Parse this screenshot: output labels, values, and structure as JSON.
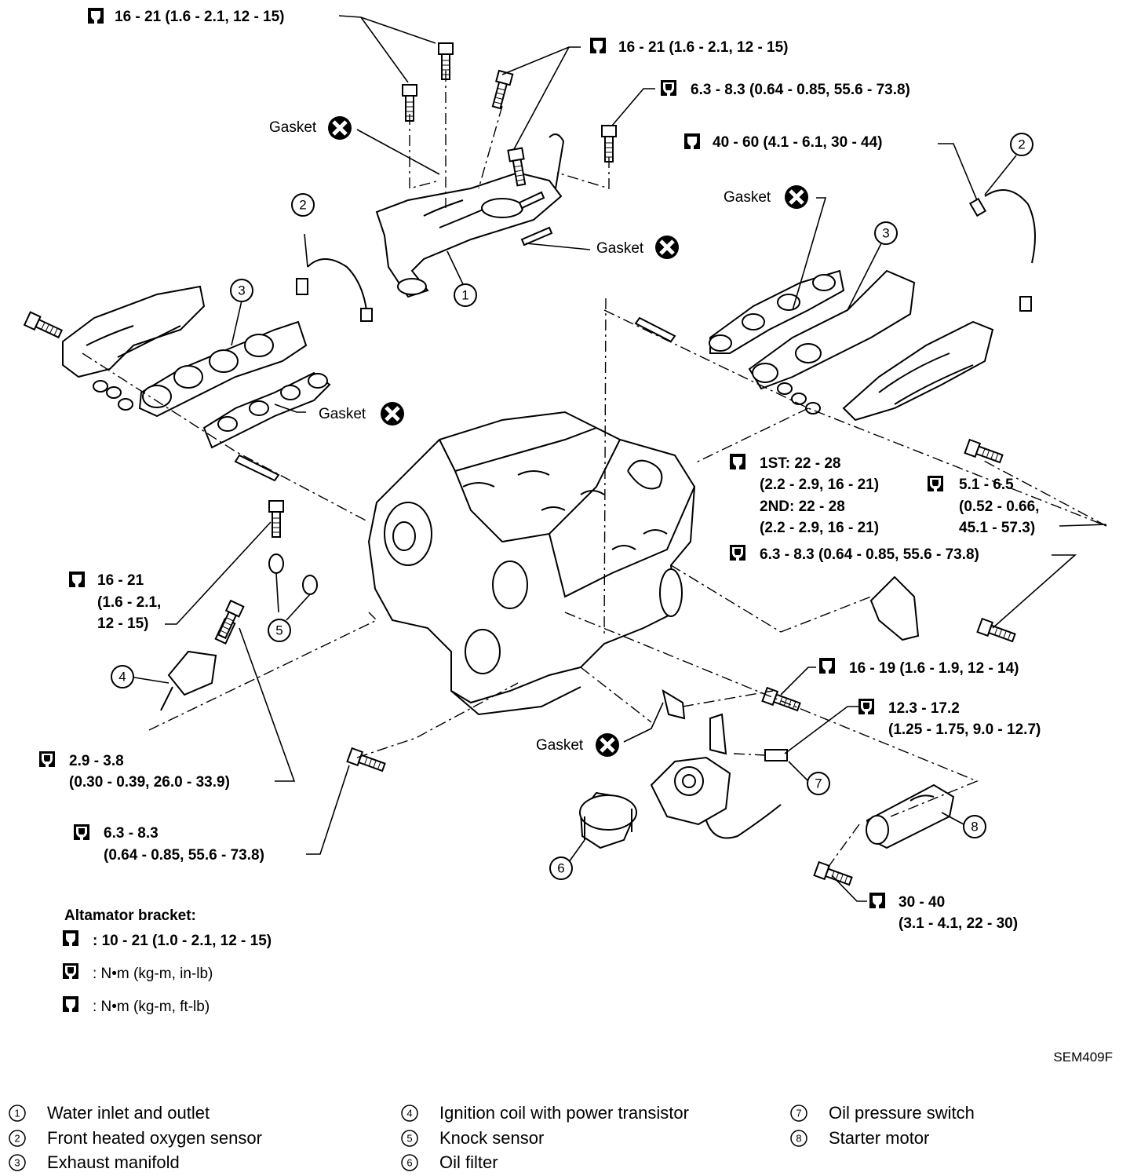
{
  "figure_code": "SEM409F",
  "torque_labels": {
    "top_left": "16 - 21 (1.6 - 2.1, 12 - 15)",
    "top_mid": "16 - 21 (1.6 - 2.1, 12 - 15)",
    "top_inlb": "6.3 - 8.3 (0.64 - 0.85, 55.6 - 73.8)",
    "top_right": "40 - 60 (4.1 - 6.1, 30 - 44)",
    "mid_1st": "1ST: 22 - 28",
    "mid_1st_b": "(2.2 - 2.9, 16 - 21)",
    "mid_2nd": "2ND: 22 - 28",
    "mid_2nd_b": "(2.2 - 2.9, 16 - 21)",
    "mid_inlb_a": "5.1 - 6.5",
    "mid_inlb_b": "(0.52 - 0.66,",
    "mid_inlb_c": "45.1 - 57.3)",
    "mid_right_inlb": "6.3 - 8.3 (0.64 - 0.85, 55.6 - 73.8)",
    "left_a": "16 - 21",
    "left_b": "(1.6 - 2.1,",
    "left_c": "12 - 15)",
    "coil_a": "2.9 - 3.8",
    "coil_b": "(0.30 - 0.39, 26.0 - 33.9)",
    "bot_left_a": "6.3 - 8.3",
    "bot_left_b": "(0.64 - 0.85, 55.6 - 73.8)",
    "pump_bolt": "16 - 19 (1.6 - 1.9, 12 - 14)",
    "oil_sw_a": "12.3 - 17.2",
    "oil_sw_b": "(1.25 - 1.75, 9.0 - 12.7)",
    "starter_a": "30 - 40",
    "starter_b": "(3.1 - 4.1, 22 - 30)"
  },
  "gasket_label": "Gasket",
  "alternator": {
    "heading": "Altamator bracket:",
    "spec": ": 10 - 21 (1.0 - 2.1, 12 - 15)",
    "unit_inlb": ": N•m (kg-m, in-lb)",
    "unit_ftlb": ": N•m (kg-m, ft-lb)"
  },
  "callout_numbers": [
    "1",
    "2",
    "3",
    "4",
    "5",
    "6",
    "7",
    "8"
  ],
  "legend": [
    {
      "num": "1",
      "text": "Water inlet and outlet"
    },
    {
      "num": "2",
      "text": "Front heated oxygen sensor"
    },
    {
      "num": "3",
      "text": "Exhaust manifold"
    },
    {
      "num": "4",
      "text": "Ignition coil with power transistor"
    },
    {
      "num": "5",
      "text": "Knock sensor"
    },
    {
      "num": "6",
      "text": "Oil filter"
    },
    {
      "num": "7",
      "text": "Oil pressure switch"
    },
    {
      "num": "8",
      "text": "Starter motor"
    }
  ]
}
